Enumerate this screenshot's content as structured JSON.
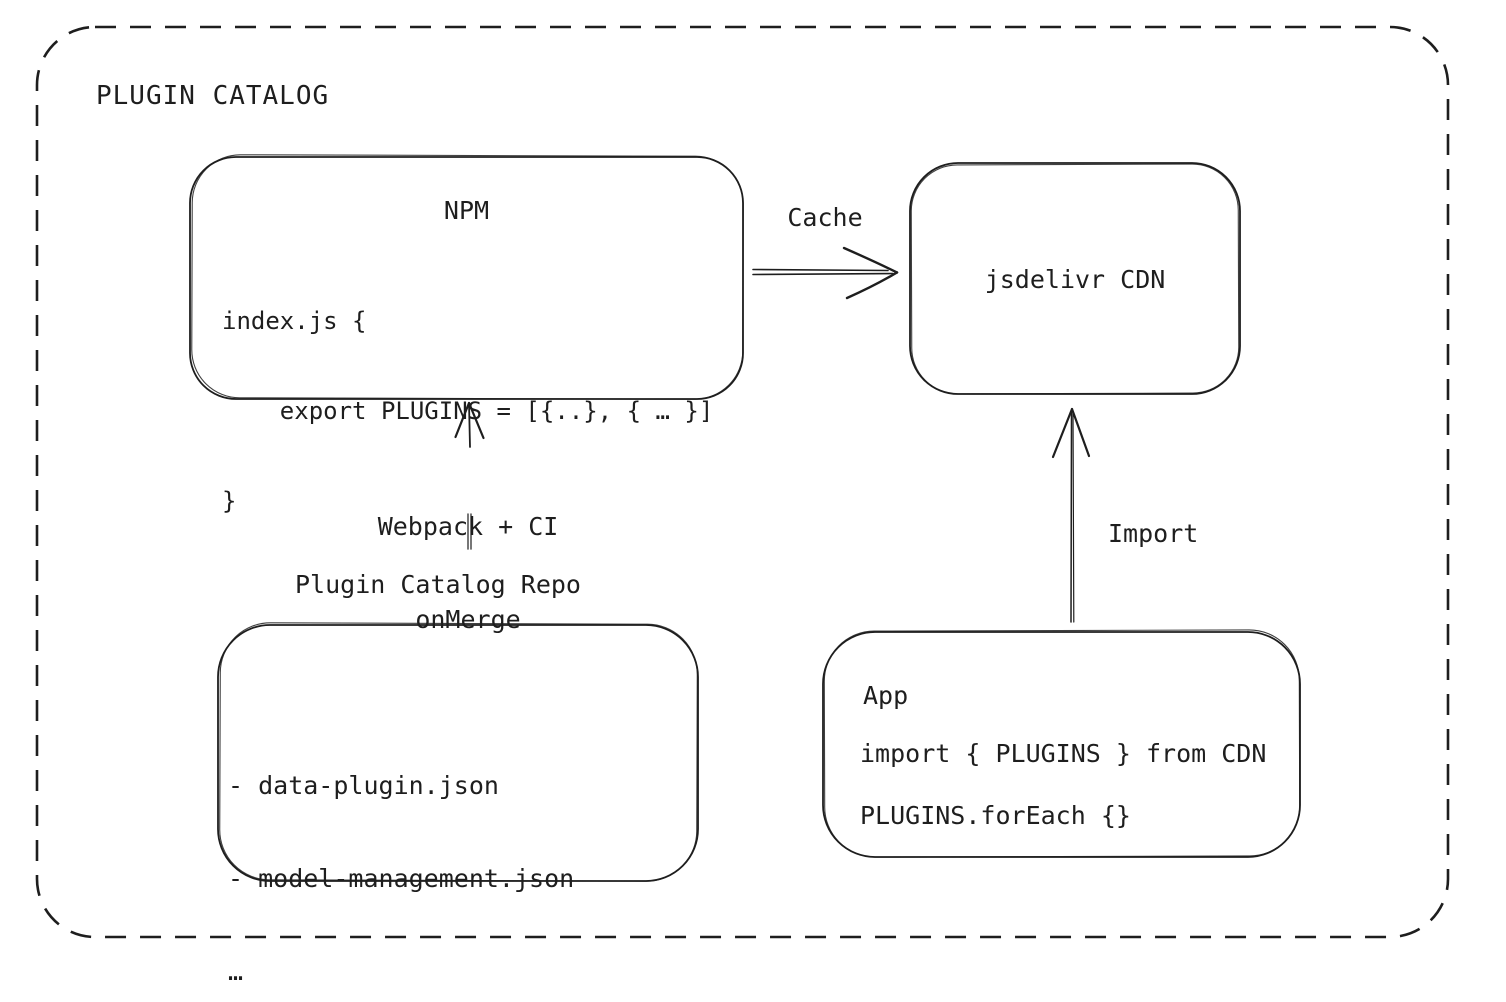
{
  "diagram": {
    "title": "PLUGIN CATALOG",
    "nodes": {
      "npm": {
        "title": "NPM",
        "code": [
          "index.js {",
          "    export PLUGINS = [{..}, { … }]",
          "}"
        ]
      },
      "cdn": {
        "label": "jsdelivr CDN"
      },
      "repo": {
        "title": "Plugin Catalog Repo",
        "items": [
          "- data-plugin.json",
          "- model-management.json",
          "…"
        ]
      },
      "app": {
        "title": "App",
        "code": [
          "import { PLUGINS } from CDN",
          "PLUGINS.forEach {}"
        ]
      }
    },
    "edges": {
      "cache": {
        "label": "Cache",
        "from": "NPM",
        "to": "jsdelivr CDN"
      },
      "build": {
        "label_line1": "Webpack + CI",
        "label_line2": "onMerge",
        "from": "Plugin Catalog Repo",
        "to": "NPM"
      },
      "import": {
        "label": "Import",
        "from": "App",
        "to": "jsdelivr CDN"
      }
    },
    "colors": {
      "stroke": "#1e1e1e",
      "background": "#ffffff",
      "connector_gray": "#555555"
    }
  }
}
